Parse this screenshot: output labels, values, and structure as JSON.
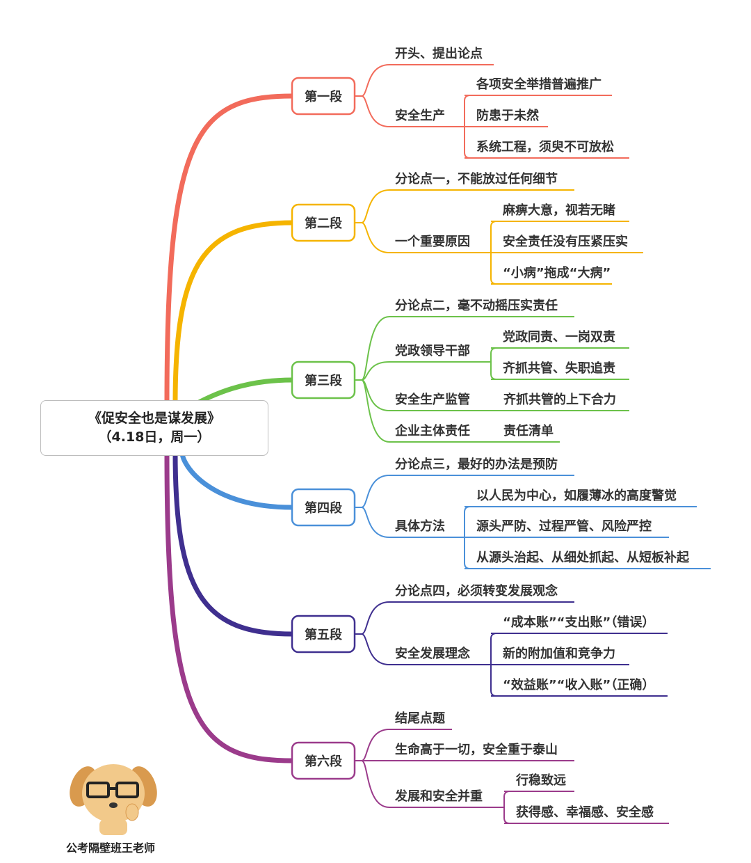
{
  "root": {
    "title": "《促安全也是谋发展》（4.18日，周一）"
  },
  "sections": [
    {
      "label": "第一段",
      "color": "#f26b5b",
      "children": [
        {
          "label": "开头、提出论点",
          "subs": []
        },
        {
          "label": "安全生产",
          "subs": [
            "各项安全举措普遍推广",
            "防患于未然",
            "系统工程，须臾不可放松"
          ]
        }
      ]
    },
    {
      "label": "第二段",
      "color": "#f5b400",
      "children": [
        {
          "label": "分论点一，不能放过任何细节",
          "subs": []
        },
        {
          "label": "一个重要原因",
          "subs": [
            "麻痹大意，视若无睹",
            "安全责任没有压紧压实",
            "“小病”拖成“大病”"
          ]
        }
      ]
    },
    {
      "label": "第三段",
      "color": "#6cc24a",
      "children": [
        {
          "label": "分论点二，毫不动摇压实责任",
          "subs": []
        },
        {
          "label": "党政领导干部",
          "subs": [
            "党政同责、一岗双责",
            "齐抓共管、失职追责"
          ]
        },
        {
          "label": "安全生产监管",
          "subs": [
            "齐抓共管的上下合力"
          ]
        },
        {
          "label": "企业主体责任",
          "subs": [
            "责任清单"
          ]
        }
      ]
    },
    {
      "label": "第四段",
      "color": "#4a90d9",
      "children": [
        {
          "label": "分论点三，最好的办法是预防",
          "subs": []
        },
        {
          "label": "具体方法",
          "subs": [
            "以人民为中心，如履薄冰的高度警觉",
            "源头严防、过程严管、风险严控",
            "从源头治起、从细处抓起、从短板补起"
          ]
        }
      ]
    },
    {
      "label": "第五段",
      "color": "#3f2f8f",
      "children": [
        {
          "label": "分论点四，必须转变发展观念",
          "subs": []
        },
        {
          "label": "安全发展理念",
          "subs": [
            "“成本账”“支出账”（错误）",
            "新的附加值和竞争力",
            "“效益账”“收入账”（正确）"
          ]
        }
      ]
    },
    {
      "label": "第六段",
      "color": "#9b3b8b",
      "children": [
        {
          "label": "结尾点题",
          "subs": []
        },
        {
          "label": "生命高于一切，安全重于泰山",
          "subs": []
        },
        {
          "label": "发展和安全并重",
          "subs": [
            "行稳致远",
            "获得感、幸福感、安全感"
          ]
        }
      ]
    }
  ],
  "watermark": {
    "caption": "公考隔壁班王老师"
  }
}
